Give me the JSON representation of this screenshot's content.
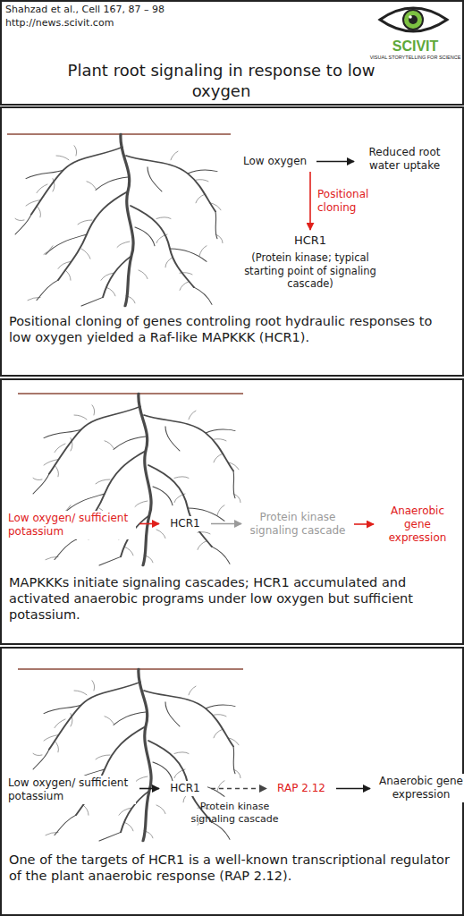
{
  "diagram": {
    "title": "Plant root signaling in response to low oxygen",
    "nodes": [
      {
        "text": [
          "Positional cloning of genes controling root hydraulic responses to low oxygen yielded a Raf-like MAPKKK (HCR1)."
        ]
      },
      {
        "text": [
          "Low oxygen"
        ],
        "in": 0
      },
      {
        "text": [
          "Reduced root water uptake"
        ],
        "in": 0
      },
      {
        "text": [
          "HCR1",
          "(Protein kinase; typical starting point of signaling cascade)"
        ],
        "in": 0
      },
      {
        "text": [
          "MAPKKKs initiate signaling cascades; HCR1 accumulated and activated anaerobic programs under low oxygen but sufficient potassium."
        ]
      },
      {
        "text": [
          "Low oxygen/ sufficient potassium"
        ],
        "in": 4
      },
      {
        "text": [
          "HCR1"
        ],
        "in": 4
      },
      {
        "text": [
          "Protein kinase signaling cascade"
        ],
        "in": 4
      },
      {
        "text": [
          "Anaerobic gene expression"
        ],
        "in": 4
      },
      {
        "text": [
          "One of the targets of HCR1 is a well-known transcriptional regulator of the plant anaerobic response (RAP 2.12)."
        ]
      },
      {
        "text": [
          "Low oxygen/ sufficient potassium"
        ],
        "in": 9
      },
      {
        "text": [
          "HCR1"
        ],
        "in": 9
      },
      {
        "text": [
          "RAP 2.12"
        ],
        "in": 9
      },
      {
        "text": [
          "Anaerobic gene expression"
        ],
        "in": 9
      }
    ],
    "edges": [
      {
        "from": 1,
        "to": 2,
        "arrow": "to"
      },
      {
        "from": 1,
        "to": 3,
        "label": "Positional cloning",
        "arrow": "to"
      },
      {
        "from": 5,
        "to": 6,
        "arrow": "to"
      },
      {
        "from": 6,
        "to": 7,
        "arrow": "to"
      },
      {
        "from": 7,
        "to": 8,
        "arrow": "to"
      },
      {
        "from": 10,
        "to": 11,
        "arrow": "to"
      },
      {
        "from": 11,
        "to": 12,
        "arrow": "to"
      },
      {
        "from": 12,
        "to": 13,
        "arrow": "to"
      }
    ],
    "labels": [
      "Shahzad et al., Cell 167, 87 – 98",
      "http://news.scivit.com",
      "SCIVIT",
      "VISUAL STORYTELLING FOR SCIENCE",
      "Protein kinase signaling cascade"
    ]
  }
}
